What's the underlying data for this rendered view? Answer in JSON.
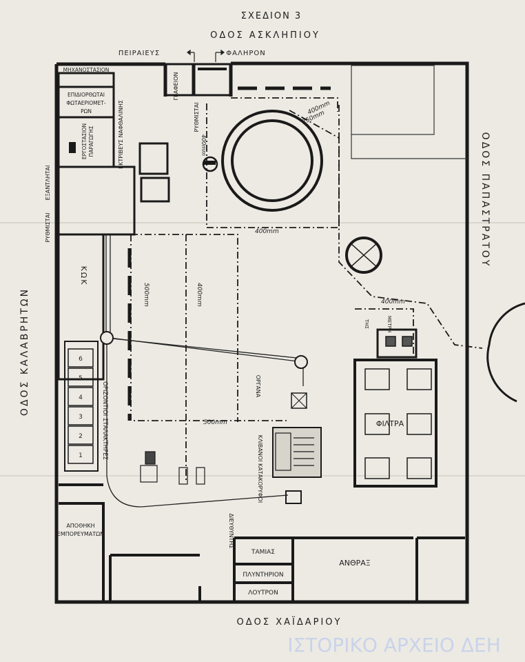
{
  "title": "ΣΧΕΔΙΟΝ 3",
  "streets": {
    "north": "ΟΔΟΣ ΑΣΚΛΗΠΙΟΥ",
    "east": "ΟΔΟΣ ΠΑΠΑΣΤΡΑΤΟΥ",
    "south": "ΟΔΟΣ ΧΑΪΔΑΡΙΟΥ",
    "west": "ΟΔΟΣ ΚΑΛΑΒΡΗΤΩΝ"
  },
  "directions": {
    "left": "ΠΕΙΡΑΙΕΥΣ",
    "right": "ΦΑΛΗΡΟΝ"
  },
  "rooms": {
    "machine_station": "ΜΗΧΑΝΟΣΤΑΣΙΟΝ",
    "repair_1": "ΕΠΙΔΙΟΡΘΩΤΑΙ",
    "repair_2": "ΦΩΤΑΕΡΙΟΜΕΤ-",
    "repair_3": "ΡΩΝ",
    "factory_1": "ΕΡΓΟΣΤΑΣΙΟΝ",
    "factory_2": "ΠΑΡΑΓΩΓΗΣ",
    "office": "ΓΡΑΦΕΙΟΝ",
    "regulators_top": "ΡΥΘΜΙΣΤΑΙ",
    "naphthalene": "ΕΚΤΡΙΒΕΥΣ ΝΑΦΘΑΛΙΝΗΣ",
    "exhausters": "ΕΞΑΝΤΛΗΤΑΙ",
    "regulators_left": "ΡΥΘΜΙΣΤΑΙ",
    "coke": "ΚΩΚ",
    "stalactites": "ΟΡΙΖΟΝΤΙΟΙ ΣΤΑΛΑΚΤΗΡΕΣ",
    "instruments": "ΟΡΓΑΝΑ",
    "boilers": "ΚΛΙΒΑΝΟΙ ΚΑΤΑΚΟΡΥΦΟΙ",
    "meter_1": "ΜΕΤΡΗ",
    "meter_2": "ΤΗΣ",
    "filters": "ΦΙΛΤΡΑ",
    "warehouse_1": "ΑΠΟΘΗΚΗ",
    "warehouse_2": "ΕΜΠΟΡΕΥΜΑΤΩΝ",
    "director": "ΔΙΕΥΘΥΝΤΗΣ",
    "cashier": "ΤΑΜΙΑΣ",
    "laundry": "ΠΛΥΝΤΗΡΙΟΝ",
    "bath": "ΛΟΥΤΡΟΝ",
    "coal": "ΑΝΘΡΑΞ"
  },
  "pipes": {
    "p400_top": "400mm",
    "p250": "250mm",
    "p400_office": "400mm",
    "p400_center": "400mm",
    "p400_right": "400mm",
    "p500_vert": "500mm",
    "p400_vert": "400mm",
    "p500_horiz": "500mm"
  },
  "stalactite_numbers": [
    "6",
    "5",
    "4",
    "3",
    "2",
    "1"
  ],
  "watermark": "ΙΣΤΟΡΙΚΟ ΑΡΧΕΙΟ ΔΕΗ"
}
